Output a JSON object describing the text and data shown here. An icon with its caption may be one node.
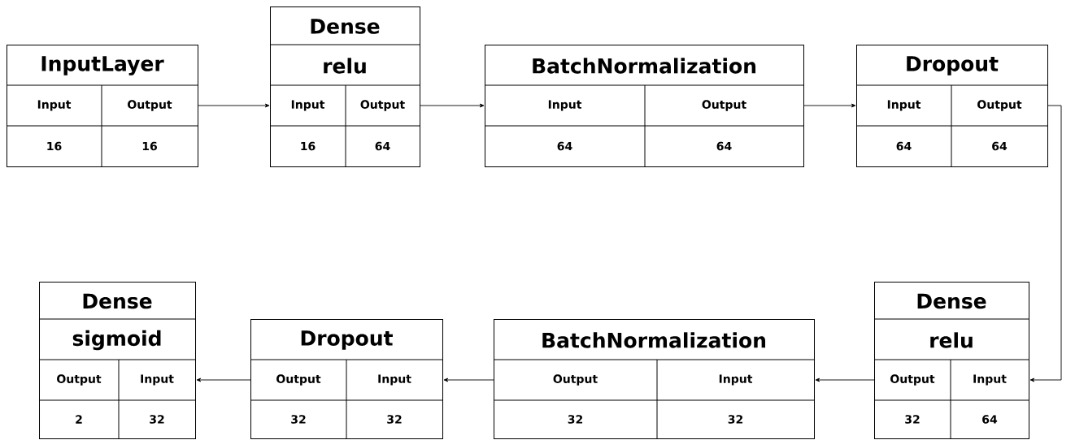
{
  "diagram": {
    "nodes": [
      {
        "text": [
          "InputLayer",
          "Input",
          "Output",
          "16",
          "16"
        ]
      },
      {
        "text": [
          "Dense",
          "relu",
          "Input",
          "Output",
          "16",
          "64"
        ]
      },
      {
        "text": [
          "BatchNormalization",
          "Input",
          "Output",
          "64",
          "64"
        ]
      },
      {
        "text": [
          "Dropout",
          "Input",
          "Output",
          "64",
          "64"
        ]
      },
      {
        "text": [
          "Dense",
          "sigmoid",
          "Output",
          "Input",
          "2",
          "32"
        ]
      },
      {
        "text": [
          "Dropout",
          "Output",
          "Input",
          "32",
          "32"
        ]
      },
      {
        "text": [
          "BatchNormalization",
          "Output",
          "Input",
          "32",
          "32"
        ]
      },
      {
        "text": [
          "Dense",
          "relu",
          "Output",
          "Input",
          "32",
          "64"
        ]
      }
    ],
    "edges": [
      {
        "from": 0,
        "to": 1,
        "arrow": "to"
      },
      {
        "from": 1,
        "to": 2,
        "arrow": "to"
      },
      {
        "from": 2,
        "to": 3,
        "arrow": "to"
      },
      {
        "from": 3,
        "to": 7,
        "arrow": "to"
      },
      {
        "from": 7,
        "to": 6,
        "arrow": "to"
      },
      {
        "from": 6,
        "to": 5,
        "arrow": "to"
      },
      {
        "from": 5,
        "to": 4,
        "arrow": "to"
      }
    ]
  }
}
